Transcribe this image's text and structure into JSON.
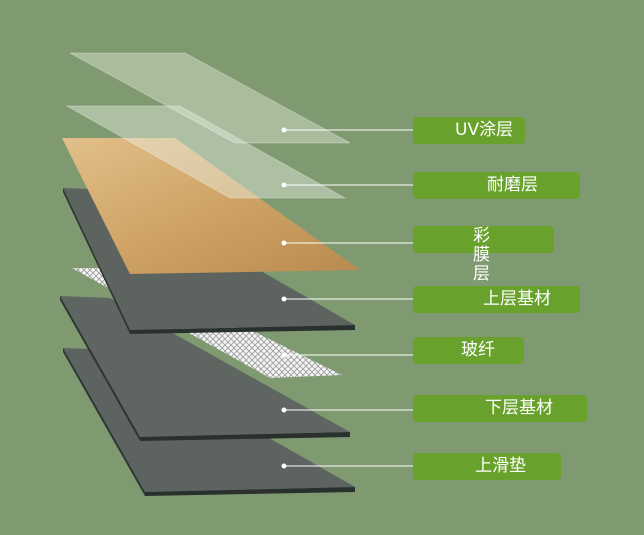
{
  "colors": {
    "background": "#7f9a70",
    "label": "#68a22c",
    "dark_layer": "#5d6460",
    "wood": "#d2a86a"
  },
  "layers": [
    {
      "label": "UV涂层"
    },
    {
      "label": "耐磨层"
    },
    {
      "label": "彩膜层"
    },
    {
      "label": "上层基材"
    },
    {
      "label": "玻纤"
    },
    {
      "label": "下层基材"
    },
    {
      "label": "上滑垫"
    }
  ]
}
